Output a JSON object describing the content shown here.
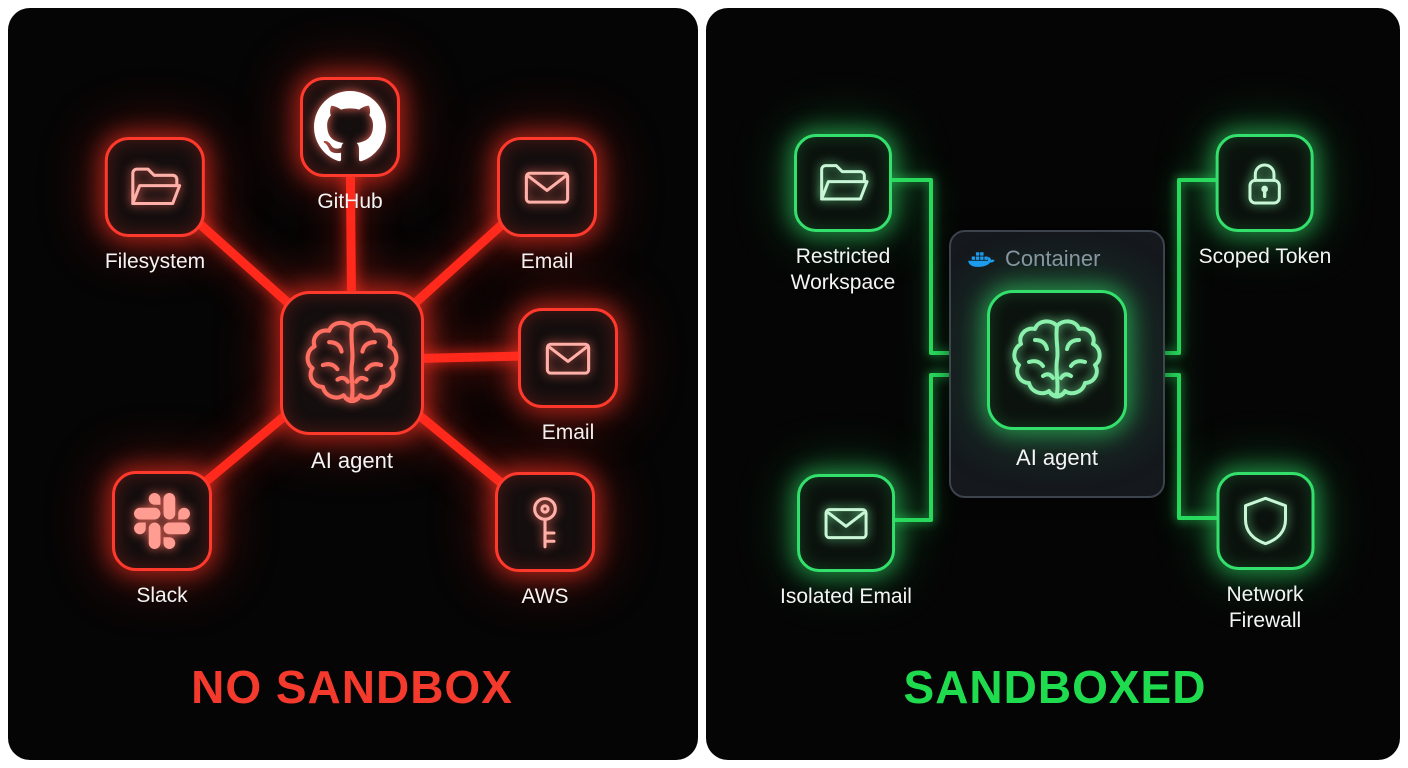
{
  "left": {
    "title": "NO SANDBOX",
    "agent_label": "AI agent",
    "nodes": {
      "filesystem": {
        "label": "Filesystem"
      },
      "github": {
        "label": "GitHub"
      },
      "email_top": {
        "label": "Email"
      },
      "email_mid": {
        "label": "Email"
      },
      "aws": {
        "label": "AWS"
      },
      "slack": {
        "label": "Slack"
      }
    }
  },
  "right": {
    "title": "SANDBOXED",
    "container_label": "Container",
    "agent_label": "AI agent",
    "nodes": {
      "restricted_workspace": {
        "label": "Restricted Workspace"
      },
      "scoped_token": {
        "label": "Scoped Token"
      },
      "isolated_email": {
        "label": "Isolated Email"
      },
      "network_firewall": {
        "label": "Network Firewall"
      }
    }
  },
  "colors": {
    "danger_red": "#ff392c",
    "safe_green": "#34e06c",
    "docker_blue": "#1d9bf0"
  }
}
